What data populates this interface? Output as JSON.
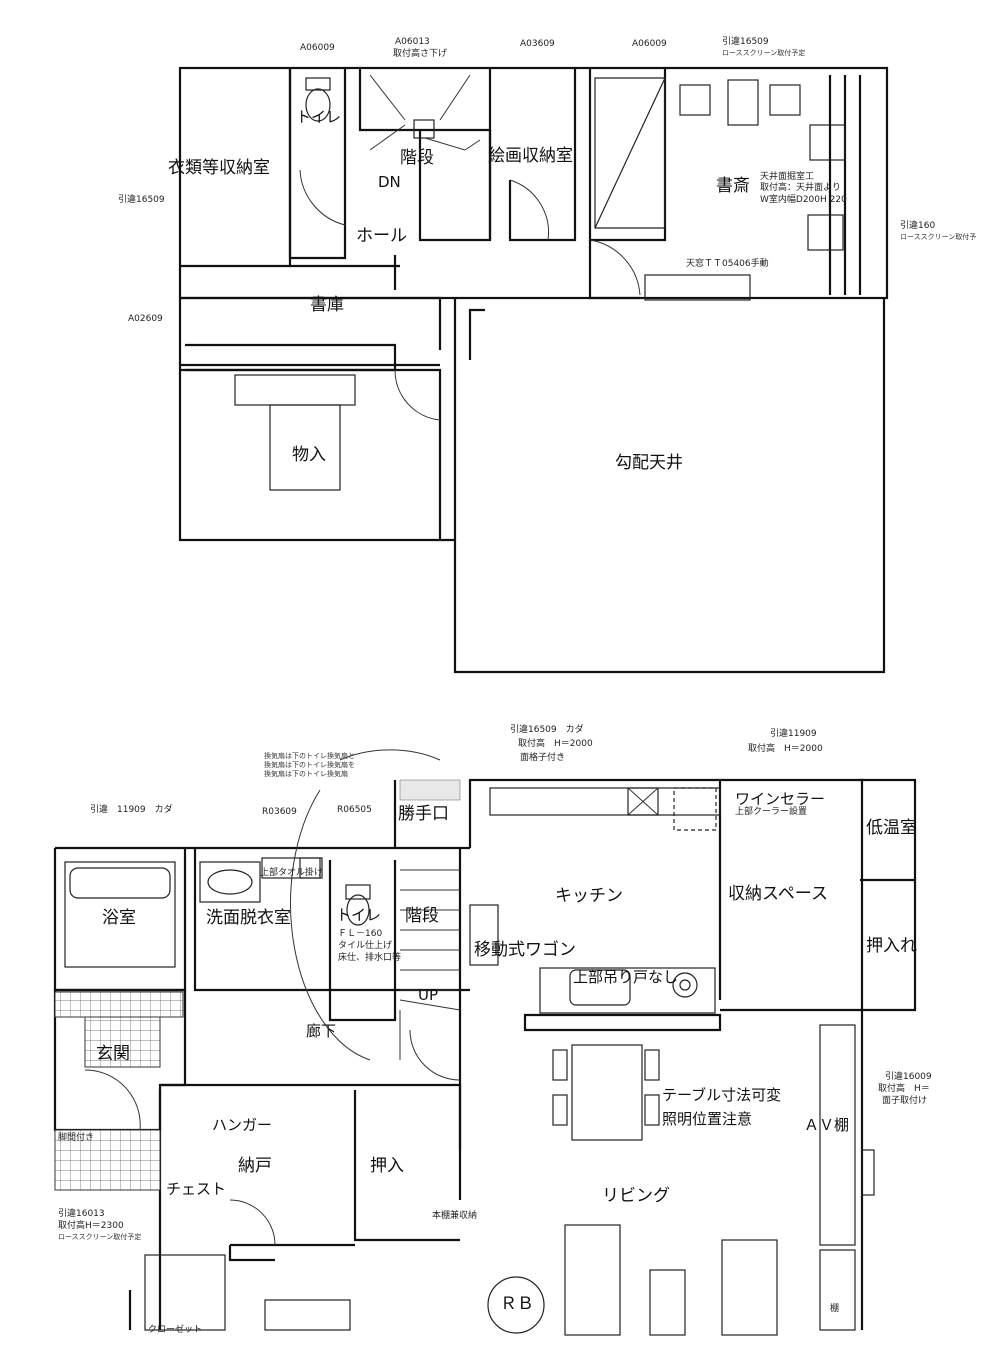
{
  "upper_floor": {
    "rooms": {
      "closet_storage": "衣類等収納室",
      "toilet": "トイレ",
      "stairs": "階段",
      "dn": "DN",
      "picture_storage": "絵画収納室",
      "study": "書斎",
      "hall": "ホール",
      "bookshelf": "書庫",
      "storage": "物入",
      "sloped_ceiling": "勾配天井"
    },
    "window_codes": {
      "w1": "A06009",
      "w2": "A06013",
      "w2_note": "取付高さ下げ",
      "w3": "A03609",
      "w4": "A06009",
      "w5": "引違16509",
      "w5_note": "ローススクリーン取付予定",
      "w6": "引違16509",
      "w7": "引違160",
      "w7_note": "ローススクリーン取付予",
      "w8": "A02609"
    },
    "notes": {
      "ceiling_line1": "天井面掘室工",
      "ceiling_line2": "取付高：天井面より",
      "ceiling_line3": "W室内幅D200H 220",
      "skylight": "天窓ＴＴ05406手動"
    }
  },
  "lower_floor": {
    "rooms": {
      "bath": "浴室",
      "washroom": "洗面脱衣室",
      "toilet": "トイレ",
      "stairs": "階段",
      "up": "UP",
      "service_entrance": "勝手口",
      "kitchen": "キッチン",
      "wine_cellar": "ワインセラー",
      "cool_room": "低温室",
      "storage_space": "収納スペース",
      "oshiire_right": "押入れ",
      "mobile_wagon": "移動式ワゴン",
      "no_upper_cabinet": "上部吊り戸なし",
      "entrance": "玄関",
      "corridor": "廊下",
      "hanger": "ハンガー",
      "storeroom": "納戸",
      "oshiire": "押入",
      "chest": "チェスト",
      "closet": "クローゼット",
      "bookshelf_storage": "本棚兼収納",
      "living": "リビング",
      "av_shelf": "ＡＶ棚",
      "table_note1": "テーブル寸法可変",
      "table_note2": "照明位置注意",
      "shelf_small": "棚",
      "rb": "ＲＢ"
    },
    "notes": {
      "top_left_1": "換気扇は下のトイレ換気扇と",
      "top_left_2": "換気扇は下のトイレ換気扇を",
      "top_left_3": "換気扇は下のトイレ換気扇",
      "towel": "上部タオル掛け",
      "toilet_fl": "ＦＬ－160",
      "toilet_tile1": "タイル仕上げ",
      "toilet_tile2": "床仕、排水口等",
      "ac": "上部クーラー設置",
      "stone_note": "脚間付き",
      "kitchen_window_note": "面格子付き"
    },
    "window_codes": {
      "w1": "引違　11909　カダ",
      "w2": "R03609",
      "w3": "R06505",
      "w4": "引違16509　カダ",
      "w4_note": "取付高　H＝2000",
      "w5": "引違11909",
      "w5_note": "取付高　H＝2000",
      "w6": "引違16009",
      "w6_note1": "取付高　H＝",
      "w6_note2": "面子取付け",
      "w7": "引違16013",
      "w7_note": "取付高H＝2300",
      "w7_note2": "ローススクリーン取付予定"
    }
  },
  "colors": {
    "line": "#111111",
    "background": "#ffffff",
    "hatch": "#e8e8e8"
  }
}
